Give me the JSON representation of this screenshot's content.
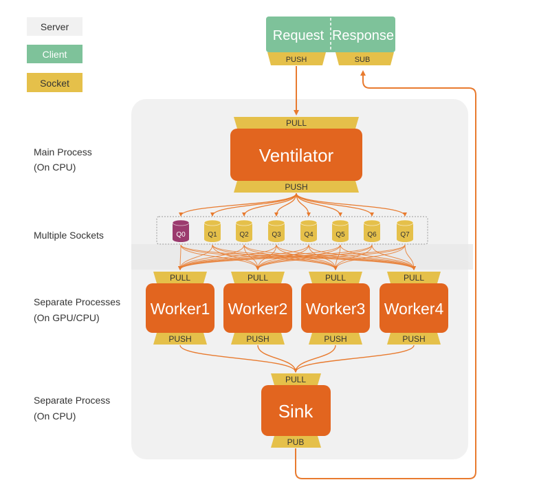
{
  "legend": {
    "server": "Server",
    "client": "Client",
    "socket": "Socket"
  },
  "rows": {
    "main_process": [
      "Main Process",
      "(On CPU)"
    ],
    "multiple_sockets": "Multiple Sockets",
    "separate_processes": [
      "Separate Processes",
      "(On GPU/CPU)"
    ],
    "separate_process": [
      "Separate Process",
      "(On CPU)"
    ]
  },
  "client": {
    "request": "Request",
    "response": "Response",
    "push": "PUSH",
    "sub": "SUB"
  },
  "ventilator": {
    "pull": "PULL",
    "name": "Ventilator",
    "push": "PUSH"
  },
  "queues": [
    "Q0",
    "Q1",
    "Q2",
    "Q3",
    "Q4",
    "Q5",
    "Q6",
    "Q7"
  ],
  "workers": [
    {
      "pull": "PULL",
      "name": "Worker1",
      "push": "PUSH"
    },
    {
      "pull": "PULL",
      "name": "Worker2",
      "push": "PUSH"
    },
    {
      "pull": "PULL",
      "name": "Worker3",
      "push": "PUSH"
    },
    {
      "pull": "PULL",
      "name": "Worker4",
      "push": "PUSH"
    }
  ],
  "sink": {
    "pull": "PULL",
    "name": "Sink",
    "pub": "PUB"
  },
  "colors": {
    "server": "#f1f1f1",
    "client": "#7ec29a",
    "socket": "#e5c04a",
    "process": "#e2651f",
    "arrow": "#e87a2e",
    "q0": "#9b3a6e"
  }
}
